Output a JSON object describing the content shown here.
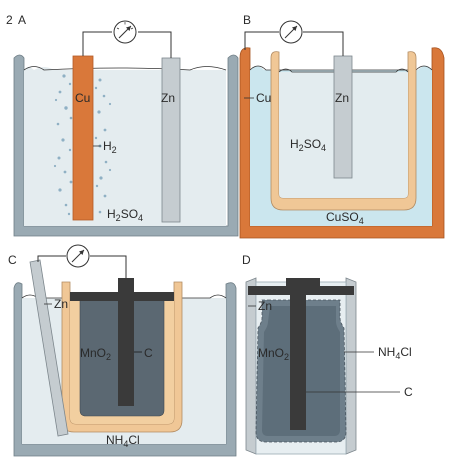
{
  "panels": {
    "a": {
      "fig_number": "2",
      "letter": "A",
      "labels": {
        "cu": "Cu",
        "zn": "Zn",
        "h2": "H",
        "h2_sub": "2",
        "electrolyte": "H",
        "electrolyte_sub1": "2",
        "electrolyte_mid": "SO",
        "electrolyte_sub2": "4"
      }
    },
    "b": {
      "letter": "B",
      "labels": {
        "cu": "Cu",
        "zn": "Zn",
        "acid": "H",
        "acid_sub1": "2",
        "acid_mid": "SO",
        "acid_sub2": "4",
        "electrolyte": "CuSO",
        "electrolyte_sub": "4"
      }
    },
    "c": {
      "letter": "C",
      "labels": {
        "zn": "Zn",
        "c": "C",
        "mno2": "MnO",
        "mno2_sub": "2",
        "electrolyte": "NH",
        "electrolyte_sub": "4",
        "electrolyte_tail": "Cl"
      }
    },
    "d": {
      "letter": "D",
      "labels": {
        "zn": "Zn",
        "mno2": "MnO",
        "mno2_sub": "2",
        "nh4cl": "NH",
        "nh4cl_sub": "4",
        "nh4cl_tail": "Cl",
        "c": "C"
      }
    }
  },
  "colors": {
    "container_fill": "#e7eef1",
    "container_edge": "#9aaab3",
    "electrolyte_light": "#dfe9ee",
    "electrolyte_cyan": "#cfe8ee",
    "copper": "#d9783a",
    "copper_dark": "#b85a24",
    "zinc": "#c5ccd0",
    "zinc_edge": "#7d878d",
    "paste": "#f0c796",
    "dark_core": "#4f5a63",
    "carbon": "#3a3a3a",
    "bubbles": "#8fb0c4"
  }
}
